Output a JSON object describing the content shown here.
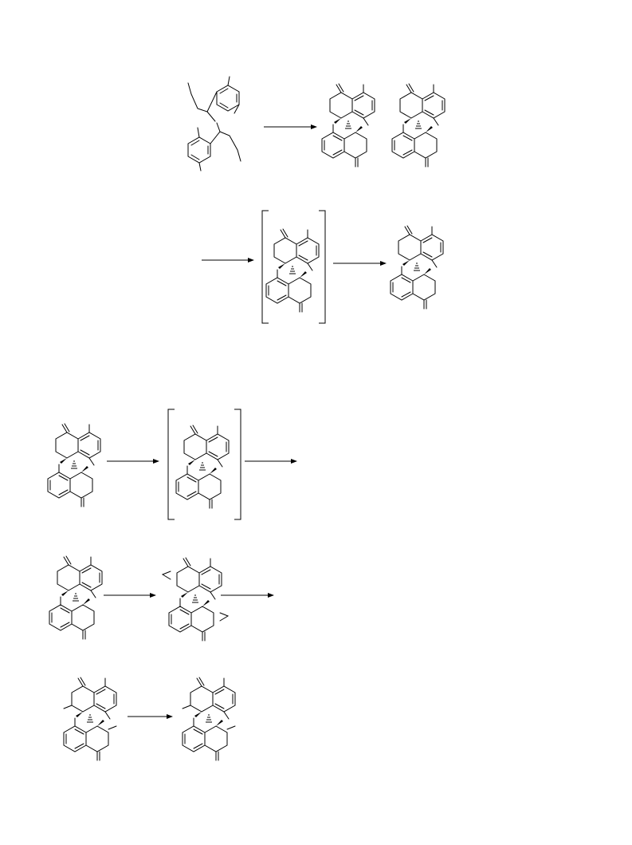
{
  "page": {
    "background": "#ffffff",
    "ink": "#000000"
  },
  "scheme": {
    "description_visible_text": [],
    "reactions": [
      {
        "id": "r1",
        "steps": 1
      },
      {
        "id": "r2",
        "steps": 2
      },
      {
        "id": "r3",
        "steps": 2
      },
      {
        "id": "r4",
        "steps": 2
      },
      {
        "id": "r5",
        "steps": 1
      }
    ]
  }
}
